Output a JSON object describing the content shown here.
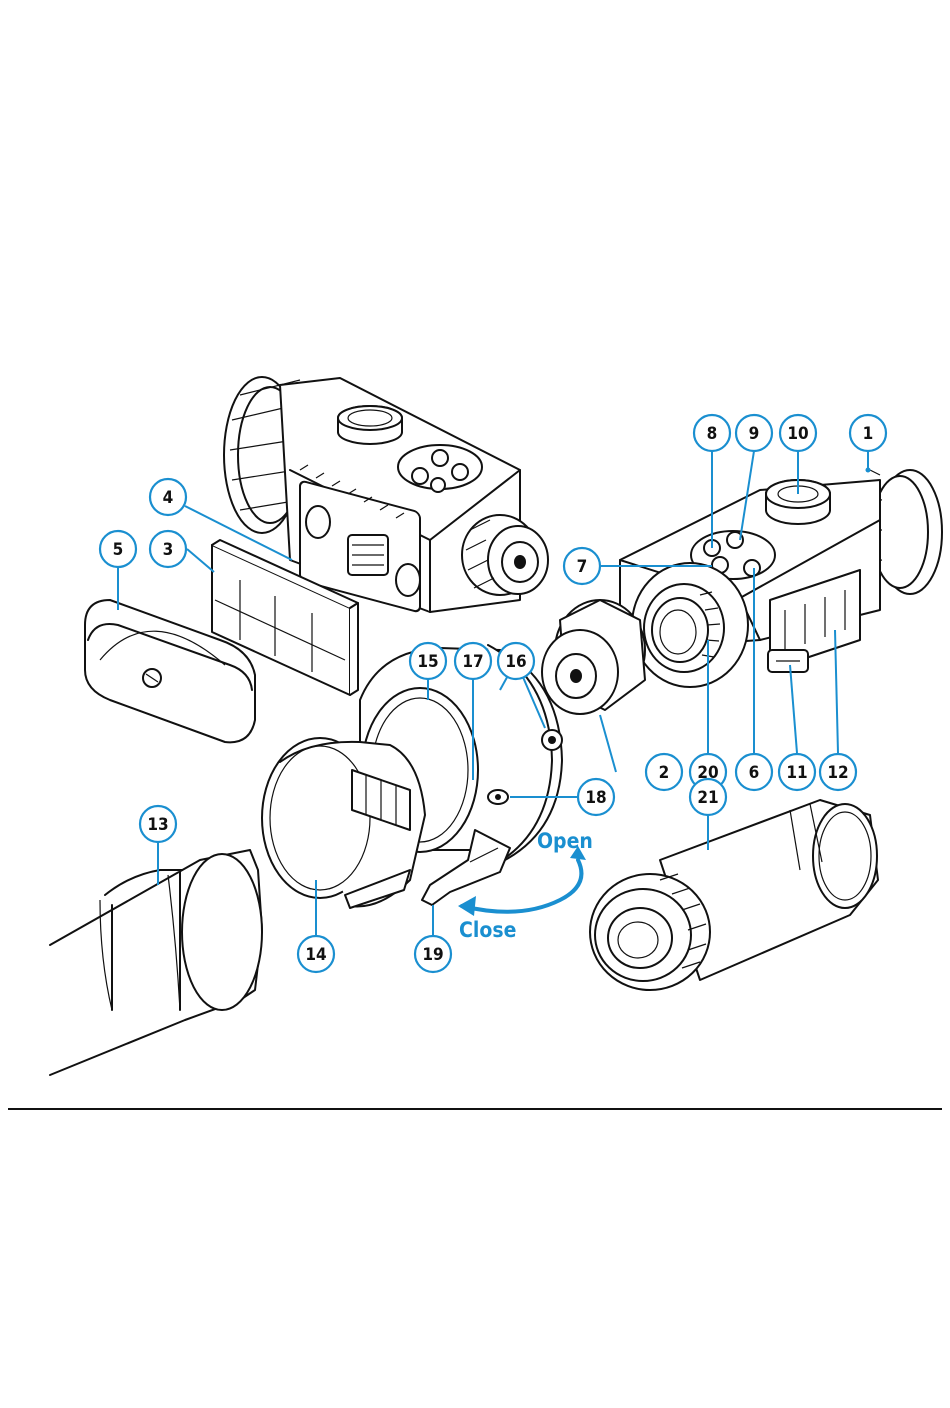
{
  "callouts": [
    {
      "id": "1",
      "label": "1"
    },
    {
      "id": "2",
      "label": "2"
    },
    {
      "id": "3",
      "label": "3"
    },
    {
      "id": "4",
      "label": "4"
    },
    {
      "id": "5",
      "label": "5"
    },
    {
      "id": "6",
      "label": "6"
    },
    {
      "id": "7",
      "label": "7"
    },
    {
      "id": "8",
      "label": "8"
    },
    {
      "id": "9",
      "label": "9"
    },
    {
      "id": "10",
      "label": "10"
    },
    {
      "id": "11",
      "label": "11"
    },
    {
      "id": "12",
      "label": "12"
    },
    {
      "id": "13",
      "label": "13"
    },
    {
      "id": "14",
      "label": "14"
    },
    {
      "id": "15",
      "label": "15"
    },
    {
      "id": "16",
      "label": "16"
    },
    {
      "id": "17",
      "label": "17"
    },
    {
      "id": "18",
      "label": "18"
    },
    {
      "id": "19",
      "label": "19"
    },
    {
      "id": "20",
      "label": "20"
    },
    {
      "id": "21",
      "label": "21"
    }
  ],
  "annotations": {
    "open": "Open",
    "close": "Close"
  },
  "colors": {
    "accent": "#1a8fd0",
    "ink": "#111111",
    "background": "#ffffff"
  }
}
